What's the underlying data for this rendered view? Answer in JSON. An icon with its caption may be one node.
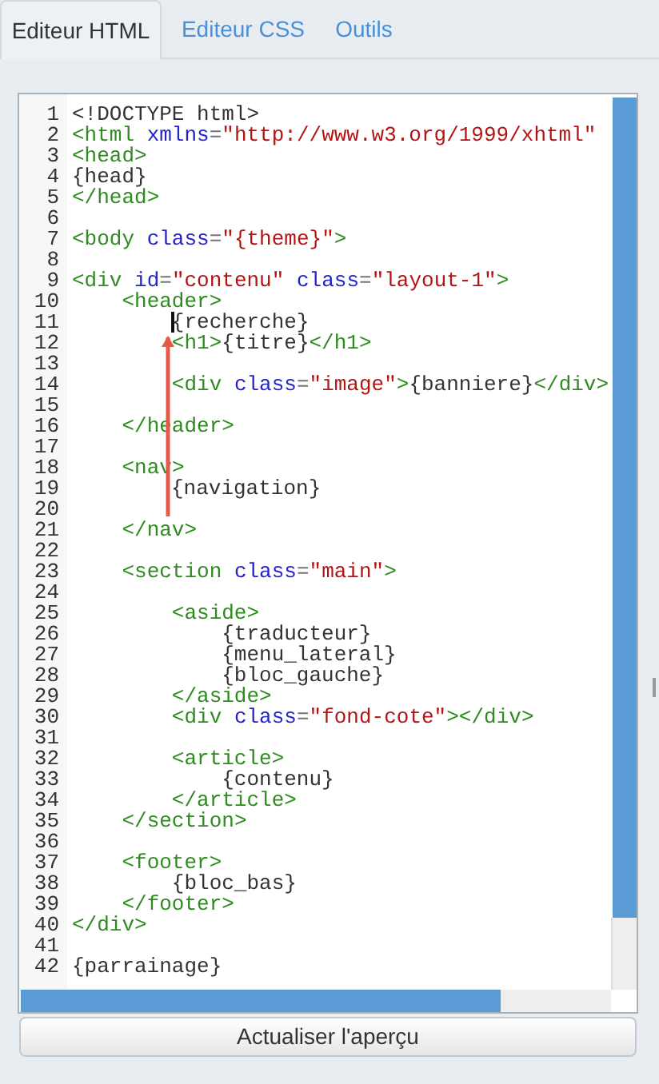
{
  "diagram": {
    "nodes": [
      {
        "text": [],
        "shape": "bar"
      },
      {
        "text": [
          "{navigation}"
        ]
      }
    ],
    "edges": [
      {
        "from": 1,
        "to": 0,
        "arrow": "to",
        "color": "#e8584a"
      }
    ],
    "labels": [
      "Editeur HTML",
      "Editeur CSS",
      "Outils",
      "1",
      "<!DOCTYPE html>",
      "2",
      "<html xmlns=\"http://www.w3.org/1999/xhtml\"",
      "3",
      "<head>",
      "4",
      "{head}",
      "5",
      "</head>",
      "6",
      "7",
      "<body class=\"{theme}\">",
      "8",
      "9",
      "<div id=\"contenu\" class=\"layout-1\">",
      "10",
      "    <header>",
      "11",
      "        {recherche}",
      "12",
      "        <h1>{titre}</h1>",
      "13",
      "14",
      "        <div class=\"image\">{banniere}</div>",
      "15",
      "16",
      "    </header>",
      "17",
      "18",
      "    <nav>",
      "19",
      "20",
      "21",
      "    </nav>",
      "22",
      "23",
      "    <section class=\"main\">",
      "24",
      "25",
      "        <aside>",
      "26",
      "            {traducteur}",
      "27",
      "            {menu_lateral}",
      "28",
      "            {bloc_gauche}",
      "29",
      "        </aside>",
      "30",
      "        <div class=\"fond-cote\"></div>",
      "31",
      "32",
      "        <article>",
      "33",
      "            {contenu}",
      "34",
      "        </article>",
      "35",
      "    </section>",
      "36",
      "37",
      "    <footer>",
      "38",
      "        {bloc_bas}",
      "39",
      "    </footer>",
      "40",
      "</div>",
      "41",
      "42",
      "{parrainage}",
      "Actualiser l'aperçu"
    ]
  }
}
